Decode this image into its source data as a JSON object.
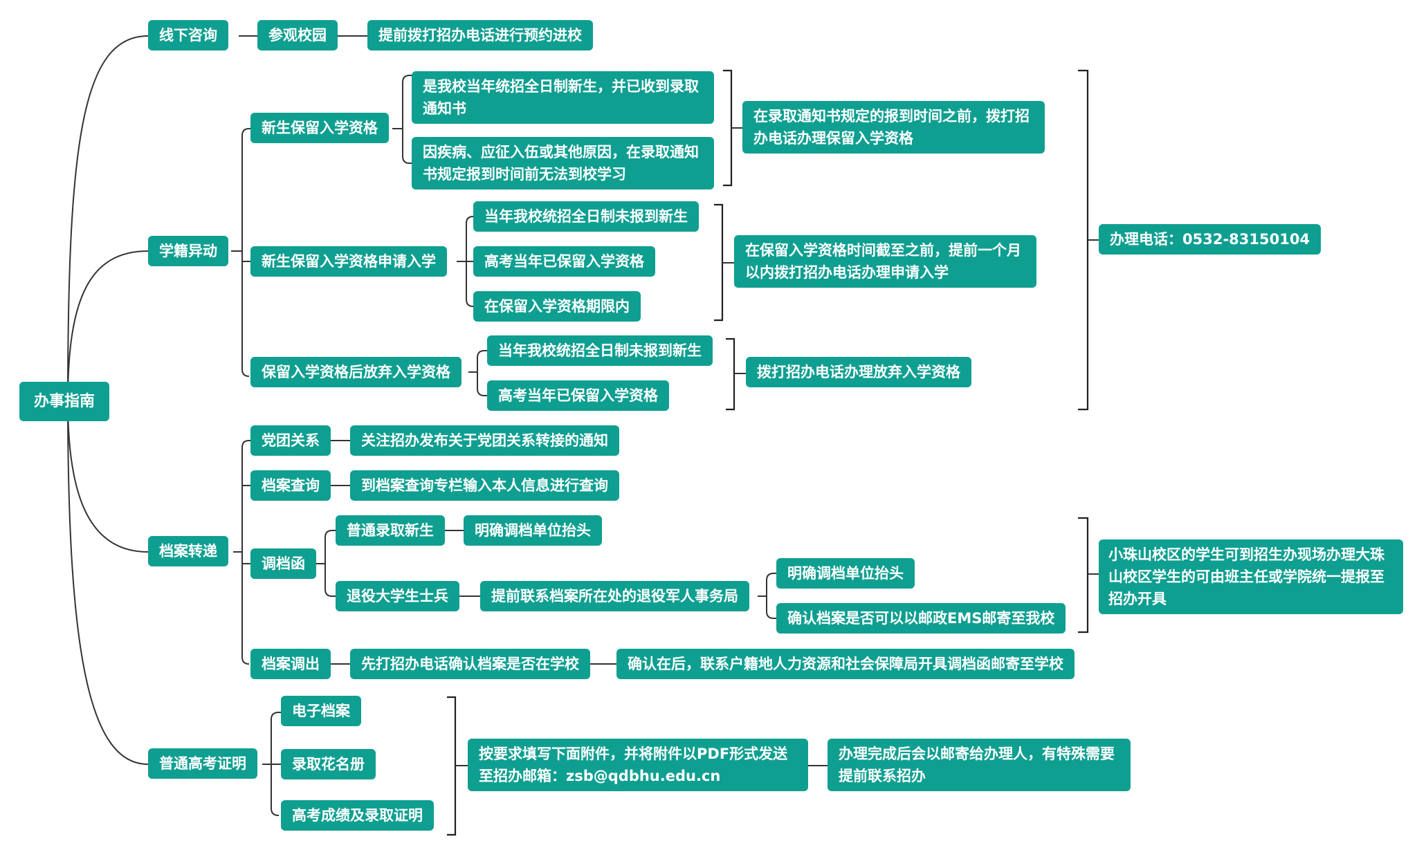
{
  "theme": {
    "node_color": "#0f9f91",
    "text_color": "#ffffff",
    "line_color": "#333333"
  },
  "root": "办事指南",
  "branches": {
    "offline": {
      "label": "线下咨询",
      "visit": "参观校园",
      "visit_note": "提前拨打招办电话进行预约进校"
    },
    "status": {
      "label": "学籍异动",
      "retain": {
        "label": "新生保留入学资格",
        "cond1": "是我校当年统招全日制新生，并已收到录取通知书",
        "cond2": "因疾病、应征入伍或其他原因，在录取通知书规定报到时间前无法到校学习",
        "action": "在录取通知书规定的报到时间之前，拨打招办电话办理保留入学资格"
      },
      "apply": {
        "label": "新生保留入学资格申请入学",
        "cond1": "当年我校统招全日制未报到新生",
        "cond2": "高考当年已保留入学资格",
        "cond3": "在保留入学资格期限内",
        "action": "在保留入学资格时间截至之前，提前一个月以内拨打招办电话办理申请入学"
      },
      "giveup": {
        "label": "保留入学资格后放弃入学资格",
        "cond1": "当年我校统招全日制未报到新生",
        "cond2": "高考当年已保留入学资格",
        "action": "拨打招办电话办理放弃入学资格"
      },
      "phone": "办理电话：0532-83150104"
    },
    "archive": {
      "label": "档案转递",
      "party": {
        "label": "党团关系",
        "note": "关注招办发布关于党团关系转接的通知"
      },
      "query": {
        "label": "档案查询",
        "note": "到档案查询专栏输入本人信息进行查询"
      },
      "letter": {
        "label": "调档函",
        "regular": {
          "label": "普通录取新生",
          "note": "明确调档单位抬头"
        },
        "veteran": {
          "label": "退役大学生士兵",
          "note": "提前联系档案所在处的退役军人事务局",
          "sub1": "明确调档单位抬头",
          "sub2": "确认档案是否可以以邮政EMS邮寄至我校"
        },
        "campus_note": "小珠山校区的学生可到招生办现场办理大珠山校区学生的可由班主任或学院统一提报至招办开具"
      },
      "transfer_out": {
        "label": "档案调出",
        "step1": "先打招办电话确认档案是否在学校",
        "step2": "确认在后，联系户籍地人力资源和社会保障局开具调档函邮寄至学校"
      }
    },
    "exam": {
      "label": "普通高考证明",
      "item1": "电子档案",
      "item2": "录取花名册",
      "item3": "高考成绩及录取证明",
      "instruction": "按要求填写下面附件，并将附件以PDF形式发送至招办邮箱：zsb@qdbhu.edu.cn",
      "result": "办理完成后会以邮寄给办理人，有特殊需要提前联系招办"
    }
  }
}
